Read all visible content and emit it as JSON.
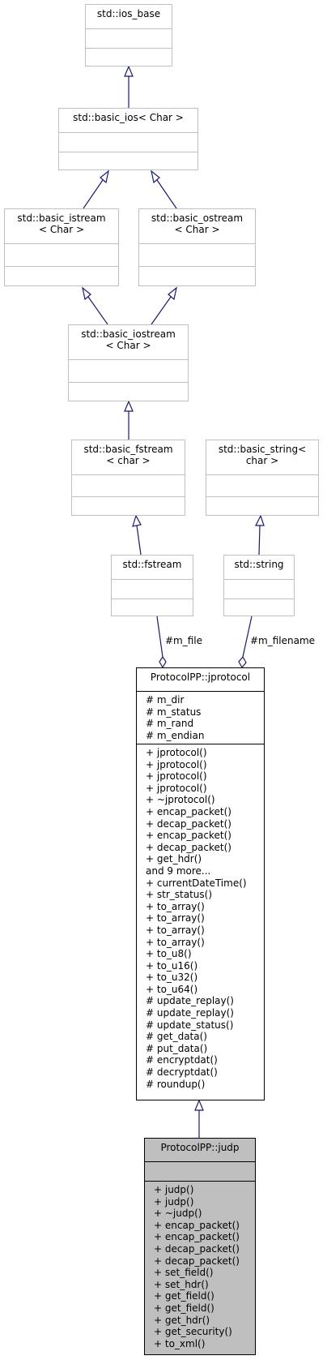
{
  "colors": {
    "edge": "#191970",
    "node_border_grey": "#bfbfbf",
    "selected_fill": "#bfbfbf"
  },
  "nodes": {
    "ios_base": {
      "title": "std::ios_base"
    },
    "basic_ios": {
      "title": "std::basic_ios< Char >"
    },
    "basic_istream": {
      "title": "std::basic_istream\n< Char >"
    },
    "basic_ostream": {
      "title": "std::basic_ostream\n< Char >"
    },
    "basic_iostream": {
      "title": "std::basic_iostream\n< Char >"
    },
    "basic_fstream": {
      "title": "std::basic_fstream\n< char >"
    },
    "basic_string": {
      "title": "std::basic_string<\nchar >"
    },
    "fstream": {
      "title": "std::fstream"
    },
    "string": {
      "title": "std::string"
    },
    "jprotocol": {
      "title": "ProtocolPP::jprotocol",
      "attributes": [
        "# m_dir",
        "# m_status",
        "# m_rand",
        "# m_endian"
      ],
      "methods": [
        "+ jprotocol()",
        "+ jprotocol()",
        "+ jprotocol()",
        "+ jprotocol()",
        "+ ~jprotocol()",
        "+ encap_packet()",
        "+ decap_packet()",
        "+ encap_packet()",
        "+ decap_packet()",
        "+ get_hdr()",
        "and 9 more...",
        "+ currentDateTime()",
        "+ str_status()",
        "+ to_array()",
        "+ to_array()",
        "+ to_array()",
        "+ to_array()",
        "+ to_u8()",
        "+ to_u16()",
        "+ to_u32()",
        "+ to_u64()",
        "# update_replay()",
        "# update_replay()",
        "# update_status()",
        "# get_data()",
        "# put_data()",
        "# encryptdat()",
        "# decryptdat()",
        "# roundup()"
      ]
    },
    "judp": {
      "title": "ProtocolPP::judp",
      "methods": [
        "+ judp()",
        "+ judp()",
        "+ ~judp()",
        "+ encap_packet()",
        "+ encap_packet()",
        "+ decap_packet()",
        "+ decap_packet()",
        "+ set_field()",
        "+ set_hdr()",
        "+ get_field()",
        "+ get_field()",
        "+ get_hdr()",
        "+ get_security()",
        "+ to_xml()"
      ]
    }
  },
  "edge_labels": {
    "m_file": "#m_file",
    "m_filename": "#m_filename"
  }
}
